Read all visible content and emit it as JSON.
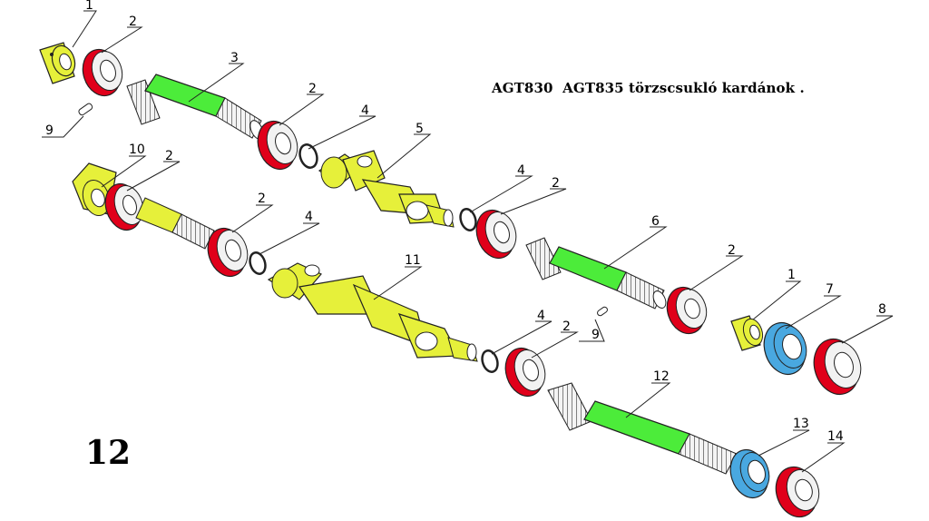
{
  "title": "AGT830  AGT835 törzscsukló kardánok .",
  "page_number": "12",
  "colors": {
    "bearing_red": "#e0001a",
    "bearing_blue": "#49a8e0",
    "shaft_green": "#4cec3a",
    "part_yellow": "#e6f03a",
    "line": "#222222"
  },
  "callouts": {
    "c1a": "1",
    "c2a": "2",
    "c3": "3",
    "c2b": "2",
    "c4a": "4",
    "c9a": "9",
    "c5": "5",
    "c10": "10",
    "c2c": "2",
    "c4b": "4",
    "c2d": "2",
    "c2e": "2",
    "c4c": "4",
    "c6": "6",
    "c11": "11",
    "c2f": "2",
    "c1b": "1",
    "c7": "7",
    "c8": "8",
    "c4d": "4",
    "c2g": "2",
    "c9b": "9",
    "c12": "12",
    "c13": "13",
    "c14": "14"
  }
}
